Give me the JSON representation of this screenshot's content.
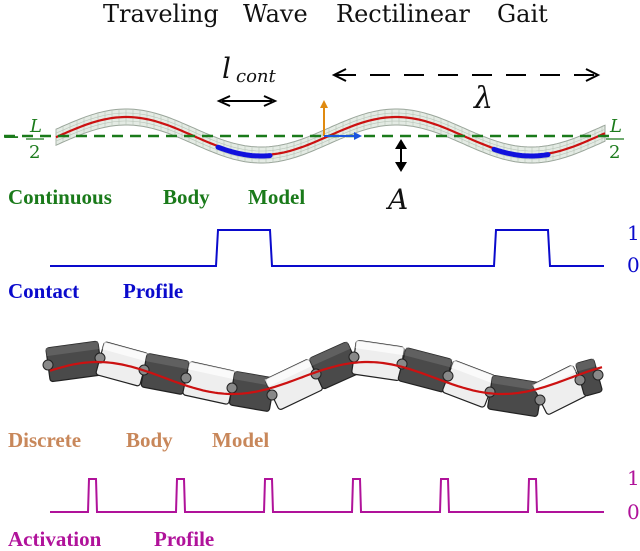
{
  "title": [
    "Traveling",
    "Wave",
    "Rectilinear",
    "Gait"
  ],
  "labels": {
    "l_cont_main": "l",
    "l_cont_sub": "cont",
    "lambda": "λ",
    "amplitude": "A",
    "half_L_left_num": "L",
    "half_L_left_den": "2",
    "half_L_right_num": "L",
    "half_L_right_den": "2",
    "minus": "−"
  },
  "sections": {
    "continuous": [
      "Continuous",
      "Body",
      "Model"
    ],
    "contact": [
      "Contact",
      "Profile"
    ],
    "discrete": [
      "Discrete",
      "Body",
      "Model"
    ],
    "activation": [
      "Activation",
      "Profile"
    ]
  },
  "signal_levels": {
    "contact_high": "1",
    "contact_low": "0",
    "activation_high": "1",
    "activation_low": "0"
  },
  "colors": {
    "green": "#1a7a1a",
    "blue": "#0a0acc",
    "tan": "#c8875a",
    "magenta": "#b0129a",
    "red": "#cc1111",
    "orange": "#e08a10",
    "body_mesh": "#dde8dd",
    "segment_dark": "#444444"
  }
}
